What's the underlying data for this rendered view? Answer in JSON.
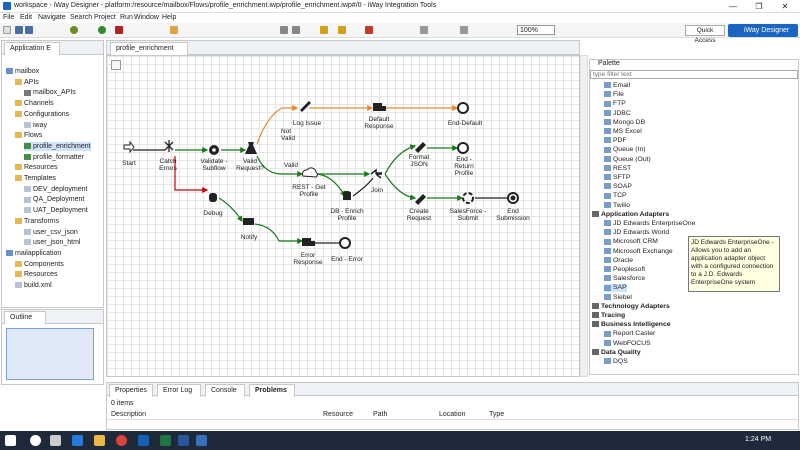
{
  "window": {
    "title": "workspace - iWay Designer - platform:/resource/mailbox/Flows/profile_enrichment.iwp/profile_enrichment.iwp#/0 - iWay Integration Tools",
    "min": "—",
    "max": "❐",
    "close": "✕"
  },
  "menu": [
    "File",
    "Edit",
    "Navigate",
    "Search",
    "Project",
    "Run",
    "Window",
    "Help"
  ],
  "toolbar": {
    "zoom": "100%",
    "quick_access": "Quick Access",
    "perspective": "iWay Designer"
  },
  "left_panel": {
    "tab": "Application E",
    "tree": [
      {
        "label": "mailbox",
        "level": 0,
        "icon": "project"
      },
      {
        "label": "APIs",
        "level": 1,
        "icon": "folder"
      },
      {
        "label": "mailbox_APIs",
        "level": 2,
        "icon": "api"
      },
      {
        "label": "Channels",
        "level": 1,
        "icon": "folder"
      },
      {
        "label": "Configurations",
        "level": 1,
        "icon": "folder"
      },
      {
        "label": "iway",
        "level": 2,
        "icon": "file"
      },
      {
        "label": "Flows",
        "level": 1,
        "icon": "folder"
      },
      {
        "label": "profile_enrichment",
        "level": 2,
        "icon": "flow",
        "selected": true
      },
      {
        "label": "profile_formatter",
        "level": 2,
        "icon": "flow"
      },
      {
        "label": "Resources",
        "level": 1,
        "icon": "folder"
      },
      {
        "label": "Templates",
        "level": 1,
        "icon": "folder"
      },
      {
        "label": "DEV_deployment",
        "level": 2,
        "icon": "file"
      },
      {
        "label": "QA_Deployment",
        "level": 2,
        "icon": "file"
      },
      {
        "label": "UAT_Deployment",
        "level": 2,
        "icon": "file"
      },
      {
        "label": "Transforms",
        "level": 1,
        "icon": "folder"
      },
      {
        "label": "user_csv_json",
        "level": 2,
        "icon": "file"
      },
      {
        "label": "user_json_html",
        "level": 2,
        "icon": "file"
      },
      {
        "label": "mailapplication",
        "level": 0,
        "icon": "project"
      },
      {
        "label": "Components",
        "level": 1,
        "icon": "folder"
      },
      {
        "label": "Resources",
        "level": 1,
        "icon": "folder"
      },
      {
        "label": "build.xml",
        "level": 1,
        "icon": "file"
      }
    ]
  },
  "outline": {
    "tab": "Outline"
  },
  "editor": {
    "tab": "profile_enrichment"
  },
  "flow": {
    "nodes": {
      "start": "Start",
      "catch": "Catch Errors",
      "validate": "Validate - Subflow",
      "valid_request": "Valid Request?",
      "log_issue": "Log Issue",
      "default_response": "Default Response",
      "end_default": "End-Default",
      "rest": "REST - Get Profile",
      "db": "DB - Enrich Profile",
      "join": "Join",
      "format": "Format JSON",
      "end_return": "End - Return Profile",
      "create": "Create Request",
      "salesforce": "SalesForce - Submit",
      "end_submission": "End Submission",
      "debug": "Debug",
      "notify": "Notify",
      "error_response": "Error Response",
      "end_error": "End - Error"
    },
    "edges": {
      "not_valid": "Not Valid",
      "valid": "Valid"
    }
  },
  "palette": {
    "tab": "Palette",
    "filter_placeholder": "type filter text",
    "items": [
      {
        "label": "Email"
      },
      {
        "label": "File"
      },
      {
        "label": "FTP"
      },
      {
        "label": "JDBC"
      },
      {
        "label": "Mongo DB"
      },
      {
        "label": "MS Excel"
      },
      {
        "label": "PDF"
      },
      {
        "label": "Queue (In)"
      },
      {
        "label": "Queue (Out)"
      },
      {
        "label": "REST"
      },
      {
        "label": "SFTP"
      },
      {
        "label": "SOAP"
      },
      {
        "label": "TCP"
      },
      {
        "label": "Twilio"
      },
      {
        "label": "Application Adapters",
        "group": true
      },
      {
        "label": "JD Edwards EnterpriseOne"
      },
      {
        "label": "JD Edwards World"
      },
      {
        "label": "Microsoft CRM"
      },
      {
        "label": "Microsoft Exchange"
      },
      {
        "label": "Oracle"
      },
      {
        "label": "Peoplesoft"
      },
      {
        "label": "Salesforce"
      },
      {
        "label": "SAP",
        "selected": true
      },
      {
        "label": "Siebel"
      },
      {
        "label": "Technology Adapters",
        "group": true
      },
      {
        "label": "Tracing",
        "group": true
      },
      {
        "label": "Business Intelligence",
        "group": true
      },
      {
        "label": "Report Caster"
      },
      {
        "label": "WebFOCUS"
      },
      {
        "label": "Data Quality",
        "group": true
      },
      {
        "label": "DQS"
      }
    ],
    "tooltip": "JD Edwards EnterpriseOne - Allows you to add an application adapter object with a configured connection to a J.D. Edwards EnterpriseOne system"
  },
  "bottom": {
    "tabs": [
      "Properties",
      "Error Log",
      "Console",
      "Problems"
    ],
    "count": "0 items",
    "columns": [
      "Description",
      "Resource",
      "Path",
      "Location",
      "Type"
    ]
  },
  "taskbar": {
    "time": "1:24 PM"
  }
}
